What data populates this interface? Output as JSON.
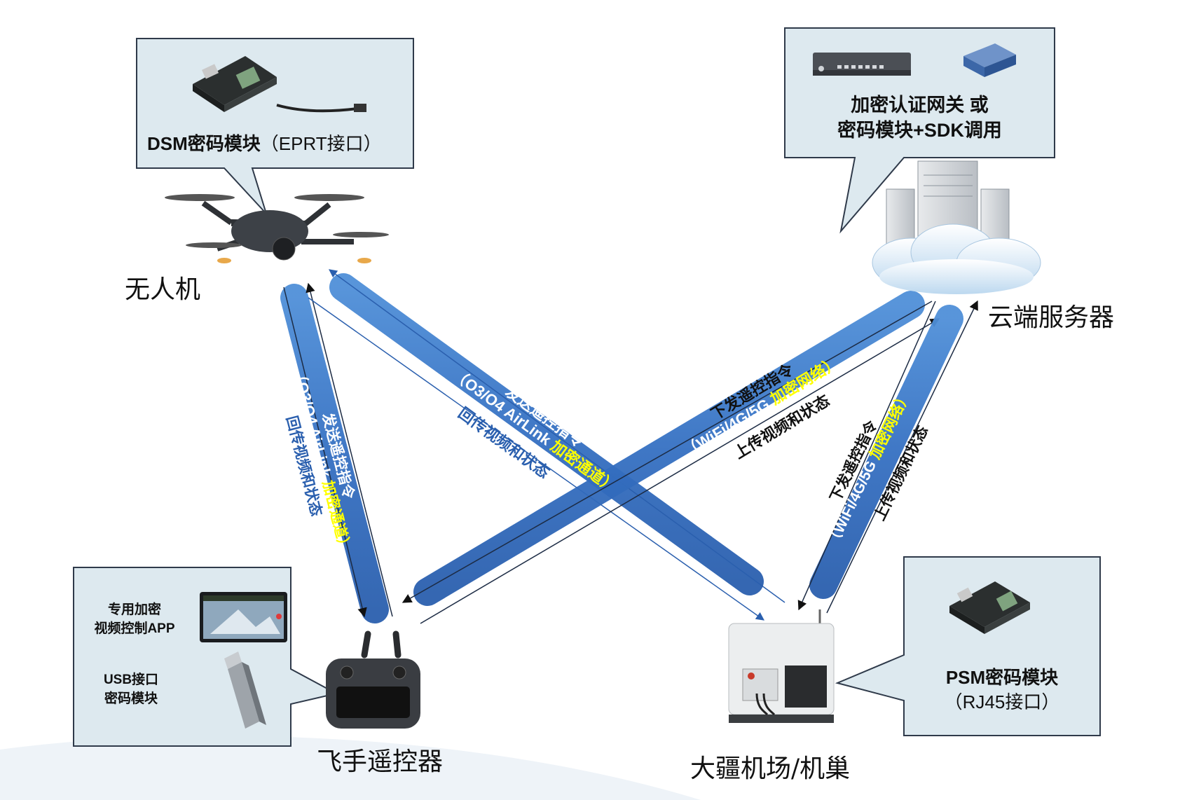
{
  "nodes": {
    "drone": "无人机",
    "cloud": "云端服务器",
    "remote": "飞手遥控器",
    "dock": "大疆机场/机巢"
  },
  "callouts": {
    "drone": {
      "title_bold": "DSM密码模块",
      "title_rest": "（EPRT接口）"
    },
    "cloud": {
      "line1": "加密认证网关 或",
      "line2": "密码模块+SDK调用"
    },
    "remote": {
      "app_line1": "专用加密",
      "app_line2": "视频控制APP",
      "usb_line1": "USB接口",
      "usb_line2": "密码模块"
    },
    "dock": {
      "line1": "PSM密码模块",
      "line2": "（RJ45接口）"
    }
  },
  "links": {
    "drone_remote": {
      "line1": "发送遥控指令",
      "line2a": "（O3/O4 AirLink ",
      "line2b": "加密通道）",
      "line3": "回传视频和状态"
    },
    "drone_dock": {
      "line1": "发送遥控指令",
      "line2a": "（O3/O4 AirLink ",
      "line2b": "加密通道）",
      "line3": "回传视频和状态"
    },
    "remote_cloud": {
      "line1": "下发遥控指令",
      "line2a": "（WiFi/4G/5G ",
      "line2b": "加密网络）",
      "line3": "上传视频和状态"
    },
    "dock_cloud": {
      "line1": "下发遥控指令",
      "line2a": "（WiFi/4G/5G ",
      "line2b": "加密网络）",
      "line3": "上传视频和状态"
    }
  },
  "colors": {
    "band": "#3a78c8",
    "callout_fill": "#dde9ef",
    "callout_border": "#2f3a4a",
    "highlight": "#ffff00"
  }
}
